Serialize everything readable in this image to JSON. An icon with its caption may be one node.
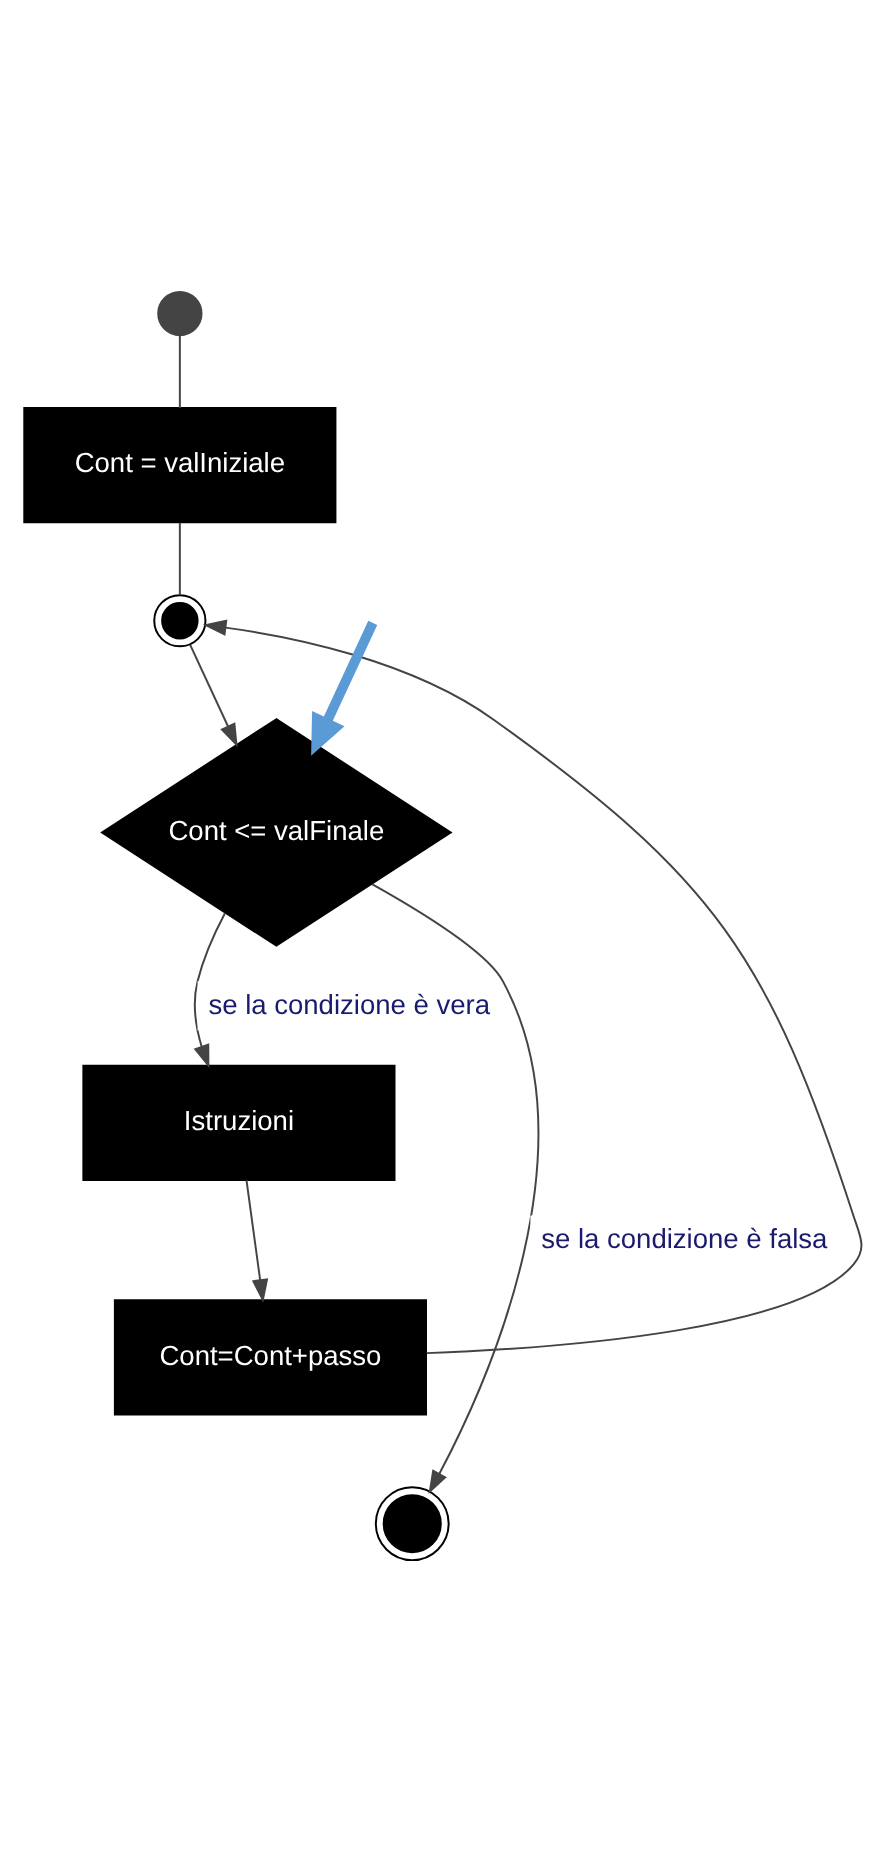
{
  "diagram": {
    "nodes": [
      {
        "text": [],
        "shape": "circle"
      },
      {
        "text": [
          "Cont = valIniziale"
        ]
      },
      {
        "text": [],
        "shape": "circle"
      },
      {
        "text": [
          "Cont <= valFinale"
        ]
      },
      {
        "text": [
          "Istruzioni"
        ]
      },
      {
        "text": [
          "Cont=Cont+passo"
        ]
      },
      {
        "text": [],
        "shape": "circle"
      }
    ],
    "edges": [
      {
        "from": 0,
        "to": 1,
        "arrow": "none"
      },
      {
        "from": 1,
        "to": 2,
        "arrow": "none"
      },
      {
        "from": 5,
        "to": 2,
        "arrow": "to"
      },
      {
        "from": 2,
        "to": 3,
        "arrow": "to"
      },
      {
        "from": 3,
        "to": 4,
        "arrow": "to",
        "label": "se la condizione è vera"
      },
      {
        "from": 4,
        "to": 5,
        "arrow": "to"
      },
      {
        "from": 3,
        "to": 6,
        "arrow": "to",
        "label": "se la condizione è falsa"
      },
      {
        "from": null,
        "to": 3,
        "arrow": "to",
        "style": "thick",
        "color": "#5b9bd5"
      }
    ]
  }
}
